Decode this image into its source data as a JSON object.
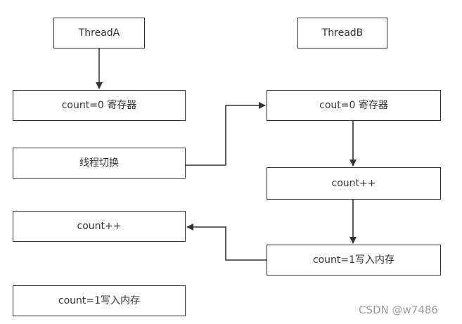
{
  "diagram": {
    "nodes": [
      {
        "id": "threadA",
        "label": "ThreadA"
      },
      {
        "id": "threadB",
        "label": "ThreadB"
      },
      {
        "id": "a1",
        "label": "count=0 寄存器"
      },
      {
        "id": "a2",
        "label": "线程切换"
      },
      {
        "id": "a3",
        "label": "count++"
      },
      {
        "id": "a4",
        "label": "count=1写入内存"
      },
      {
        "id": "b1",
        "label": "cout=0 寄存器"
      },
      {
        "id": "b2",
        "label": "count++"
      },
      {
        "id": "b3",
        "label": "count=1写入内存"
      }
    ],
    "edges": [
      {
        "from": "threadA",
        "to": "a1"
      },
      {
        "from": "a2",
        "to": "b1"
      },
      {
        "from": "b1",
        "to": "b2"
      },
      {
        "from": "b2",
        "to": "b3"
      },
      {
        "from": "b3",
        "to": "a3"
      }
    ]
  },
  "watermark": "CSDN @w7486"
}
